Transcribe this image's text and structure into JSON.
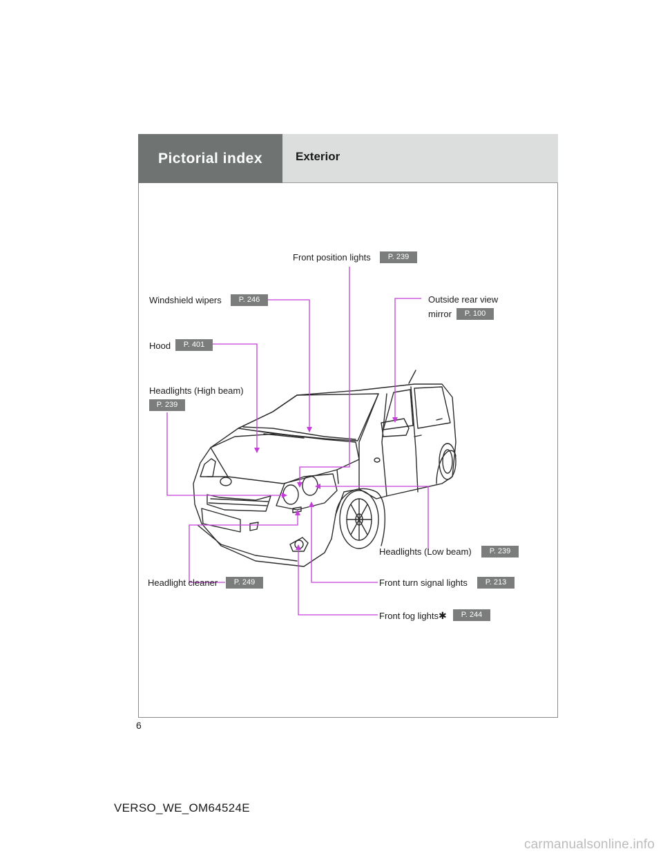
{
  "header": {
    "section_title": "Pictorial index",
    "page_title": "Exterior"
  },
  "callouts": {
    "front_position_lights": {
      "label": "Front position lights",
      "page": "P. 239"
    },
    "windshield_wipers": {
      "label": "Windshield wipers",
      "page": "P. 246"
    },
    "outside_mirror": {
      "label_line1": "Outside rear view",
      "label_line2": "mirror",
      "page": "P. 100"
    },
    "hood": {
      "label": "Hood",
      "page": "P. 401"
    },
    "headlights_high": {
      "label": "Headlights (High beam)",
      "page": "P. 239"
    },
    "headlights_low": {
      "label": "Headlights (Low beam)",
      "page": "P. 239"
    },
    "headlight_cleaner": {
      "label": "Headlight cleaner",
      "page": "P. 249"
    },
    "front_turn_signal": {
      "label": "Front turn signal lights",
      "page": "P. 213"
    },
    "front_fog_lights": {
      "label": "Front fog lights",
      "asterisk": "✱",
      "page": "P. 244"
    }
  },
  "page_number": "6",
  "footer_code": "VERSO_WE_OM64524E",
  "watermark": "carmanualsonline.info",
  "colors": {
    "callout_line": "#c43fd8",
    "header_dark": "#6f7472",
    "header_light": "#dcdedd",
    "page_badge": "#7a7d7c"
  }
}
